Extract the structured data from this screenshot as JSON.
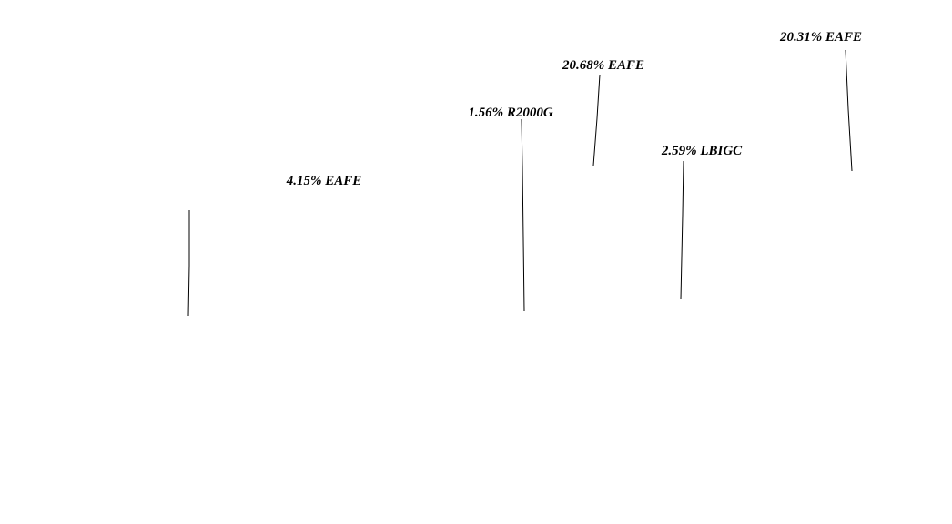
{
  "chart_data": {
    "type": "annotations",
    "annotations": [
      {
        "label": "4.15% EAFE"
      },
      {
        "label": "1.56% R2000G"
      },
      {
        "label": "20.68% EAFE"
      },
      {
        "label": "2.59% LBIGC"
      },
      {
        "label": "20.31% EAFE"
      }
    ]
  },
  "colors": {
    "background": "#ffffff",
    "text": "#000000",
    "line": "#000000"
  }
}
